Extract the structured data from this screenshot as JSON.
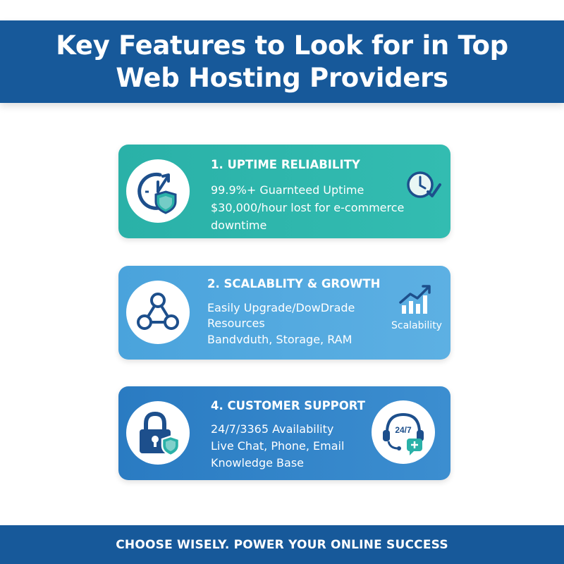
{
  "header": {
    "title_line1": "Key Features to Look for in Top",
    "title_line2": "Web Hosting Providers"
  },
  "cards": [
    {
      "title": "1. UPTIME RELIABILITY",
      "lines": [
        "99.9%+ Guarnteed Uptime",
        "$30,000/hour lost for e-commerce",
        "downtime"
      ],
      "icon": "clock-shield-icon",
      "side_icon": "clock-check-icon"
    },
    {
      "title": "2. SCALABLITY & GROWTH",
      "lines": [
        "Easily Upgrade/DowDrade",
        "Resources",
        "Bandvduth, Storage, RAM"
      ],
      "icon": "network-nodes-icon",
      "side_icon": "growth-chart-icon",
      "side_label": "Scalability"
    },
    {
      "title": "4. CUSTOMER SUPPORT",
      "lines": [
        "24/7/3365 Availability",
        "Live Chat, Phone, Email",
        "Knowledge Base"
      ],
      "icon": "lock-shield-icon",
      "side_icon": "headset-support-icon",
      "side_icon_text": "24/7"
    }
  ],
  "footer": {
    "tagline": "CHOOSE WISELY. POWER YOUR ONLINE SUCCESS"
  },
  "colors": {
    "banner": "#17599a",
    "card1": "#2ab1a8",
    "card2": "#4aa3dc",
    "card3": "#2a7bc2",
    "icon_navy": "#1d4f8c",
    "icon_teal": "#2ab1a8"
  }
}
